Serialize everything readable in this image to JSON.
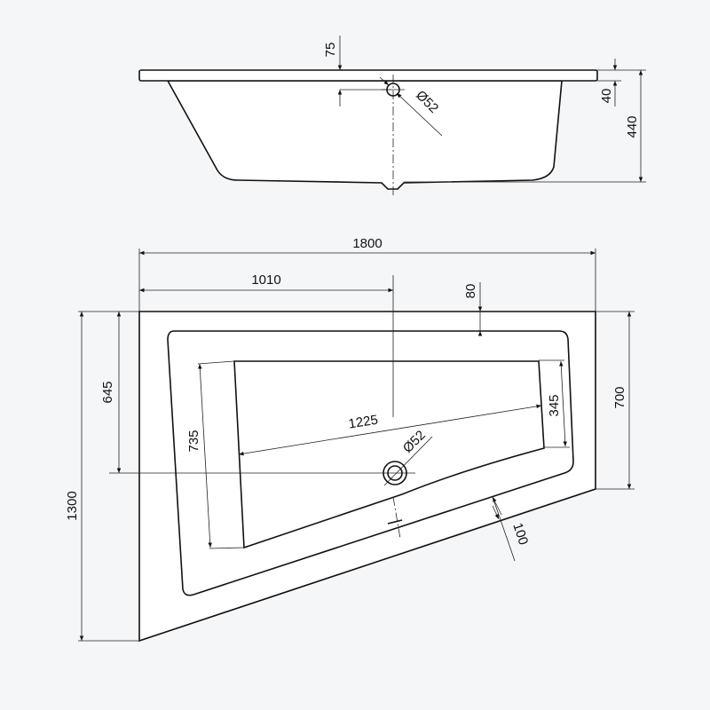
{
  "side_view": {
    "rim_offset_label": "75",
    "overflow_diameter_label": "Ø52",
    "rim_thickness_label": "40",
    "height_label": "440"
  },
  "top_view": {
    "total_width_label": "1800",
    "drain_offset_x_label": "1010",
    "rim_top_label": "80",
    "drain_offset_y_label": "645",
    "total_depth_label": "1300",
    "right_side_label": "700",
    "basin_left_label": "735",
    "basin_length_label": "1225",
    "basin_right_label": "345",
    "drain_diameter_label": "Ø52",
    "rim_front_label": "100"
  },
  "colors": {
    "background": "#f5f6f8",
    "line": "#111111",
    "fill": "#ffffff"
  }
}
